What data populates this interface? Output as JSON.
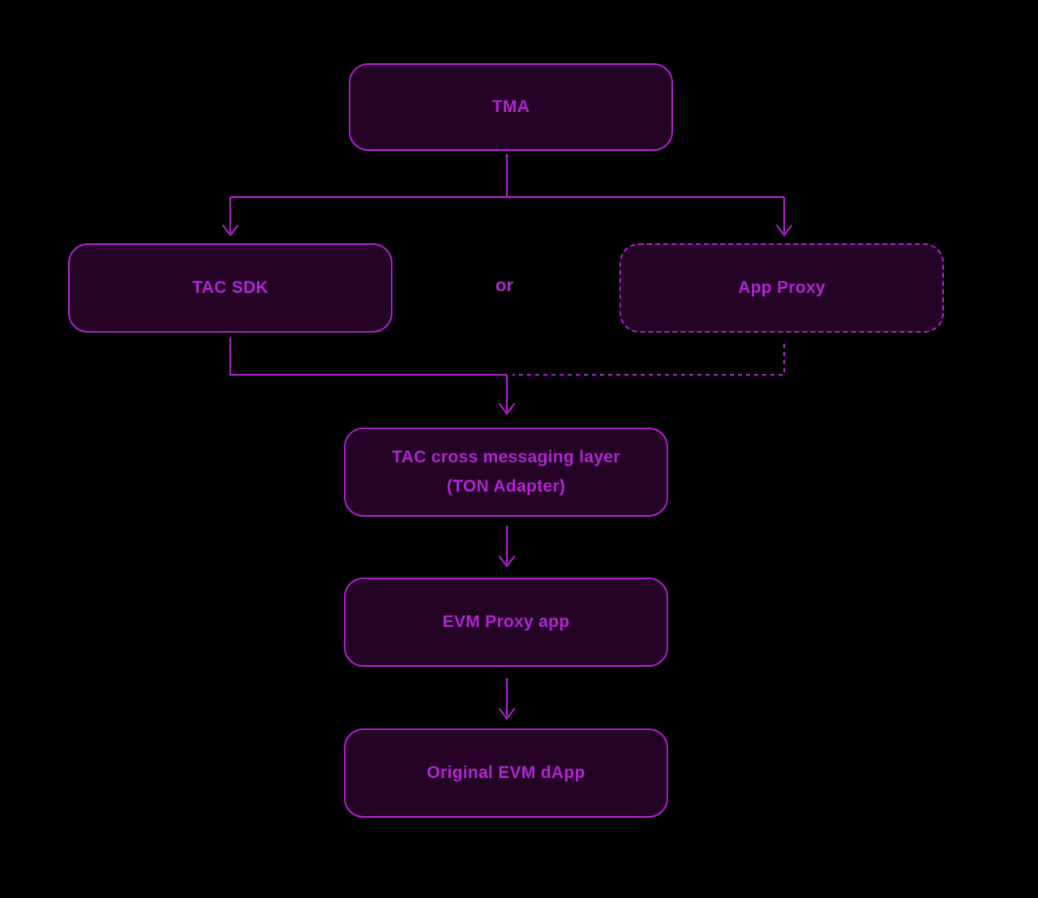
{
  "diagram": {
    "background_color": "#000000",
    "line_color": "#a81fc6",
    "node_fill_color": "#240327",
    "node_text_color": "#b123cf",
    "or_label": "or",
    "nodes": {
      "tma": {
        "label": "TMA",
        "border_style": "solid"
      },
      "tac_sdk": {
        "label": "TAC SDK",
        "border_style": "solid"
      },
      "app_proxy": {
        "label": "App Proxy",
        "border_style": "dashed"
      },
      "messaging": {
        "label_line1": "TAC cross messaging layer",
        "label_line2": "(TON Adapter)",
        "border_style": "solid"
      },
      "evm_proxy": {
        "label": "EVM Proxy app",
        "border_style": "solid"
      },
      "original_dapp": {
        "label": "Original EVM dApp",
        "border_style": "solid"
      }
    },
    "edges": [
      {
        "from": "tma",
        "to": "tac_sdk",
        "style": "solid"
      },
      {
        "from": "tma",
        "to": "app_proxy",
        "style": "solid"
      },
      {
        "from": "tac_sdk",
        "to": "messaging",
        "style": "solid"
      },
      {
        "from": "app_proxy",
        "to": "messaging",
        "style": "dashed"
      },
      {
        "from": "messaging",
        "to": "evm_proxy",
        "style": "solid"
      },
      {
        "from": "evm_proxy",
        "to": "original_dapp",
        "style": "solid"
      }
    ]
  }
}
